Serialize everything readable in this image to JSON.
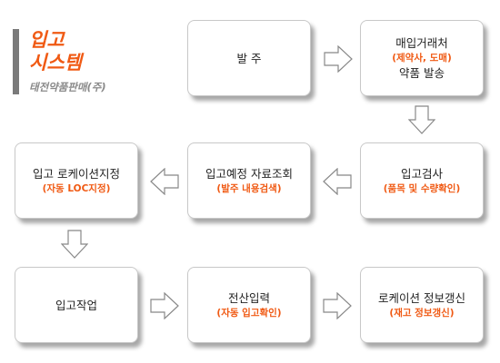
{
  "title": {
    "line1": "입고",
    "line2": "시스템",
    "subtitle": "태전약품판매(주)"
  },
  "steps": [
    {
      "main": "발  주",
      "sub": "",
      "main2": ""
    },
    {
      "main": "매입거래처",
      "sub": "(제약사, 도매)",
      "main2": "약품 발송"
    },
    {
      "main": "입고검사",
      "sub": "(품목 및 수량확인)",
      "main2": ""
    },
    {
      "main": "입고예정 자료조회",
      "sub": "(발주 내용검색)",
      "main2": ""
    },
    {
      "main": "입고 로케이션지정",
      "sub": "(자동 LOC지정)",
      "main2": ""
    },
    {
      "main": "입고작업",
      "sub": "",
      "main2": ""
    },
    {
      "main": "전산입력",
      "sub": "(자동 입고확인)",
      "main2": ""
    },
    {
      "main": "로케이션 정보갱신",
      "sub": "(재고 정보갱신)",
      "main2": ""
    }
  ],
  "colors": {
    "accent": "#f05a14",
    "box_border": "#c8c8c8",
    "arrow_stroke": "#888888",
    "title_bar": "#7a7a7a"
  }
}
